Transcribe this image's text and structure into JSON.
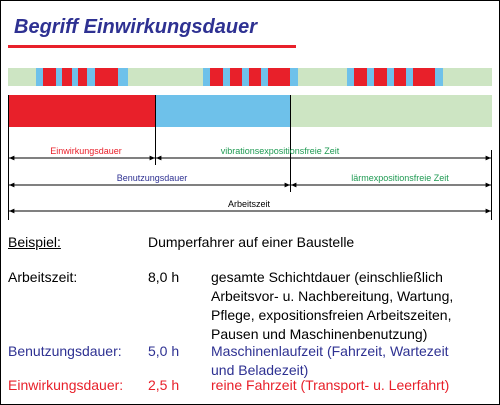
{
  "title": "Begriff Einwirkungsdauer",
  "colors": {
    "title": "#2e3192",
    "accent_red": "#e8202a",
    "light_blue": "#6ec1ea",
    "light_green": "#cde5c3",
    "label_red": "#e8202a",
    "label_green": "#1e9a52",
    "label_blue": "#2e3192"
  },
  "diagram": {
    "labels": {
      "einwirkungsdauer": "Einwirkungsdauer",
      "vibrationsfrei": "vibrationsexpositionsfreie Zeit",
      "benutzungsdauer": "Benutzungsdauer",
      "laermfrei": "lärmexpositionsfreie Zeit",
      "arbeitszeit": "Arbeitszeit"
    }
  },
  "example": {
    "heading": "Beispiel:",
    "heading_text": "Dumperfahrer auf einer Baustelle",
    "rows": [
      {
        "label": "Arbeitszeit:",
        "value": "8,0 h",
        "description_lines": [
          "gesamte Schichtdauer (einschließlich",
          "Arbeitsvor- u. Nachbereitung, Wartung,",
          "Pflege, expositionsfreien Arbeitszeiten,",
          "Pausen und Maschinenbenutzung)"
        ]
      },
      {
        "label": "Benutzungsdauer:",
        "value": "5,0 h",
        "description_lines": [
          "Maschinenlaufzeit (Fahrzeit, Wartezeit",
          "und Beladezeit)"
        ]
      },
      {
        "label": "Einwirkungsdauer:",
        "value": "2,5 h",
        "description_lines": [
          "reine Fahrzeit (Transport- u. Leerfahrt)"
        ]
      }
    ]
  }
}
